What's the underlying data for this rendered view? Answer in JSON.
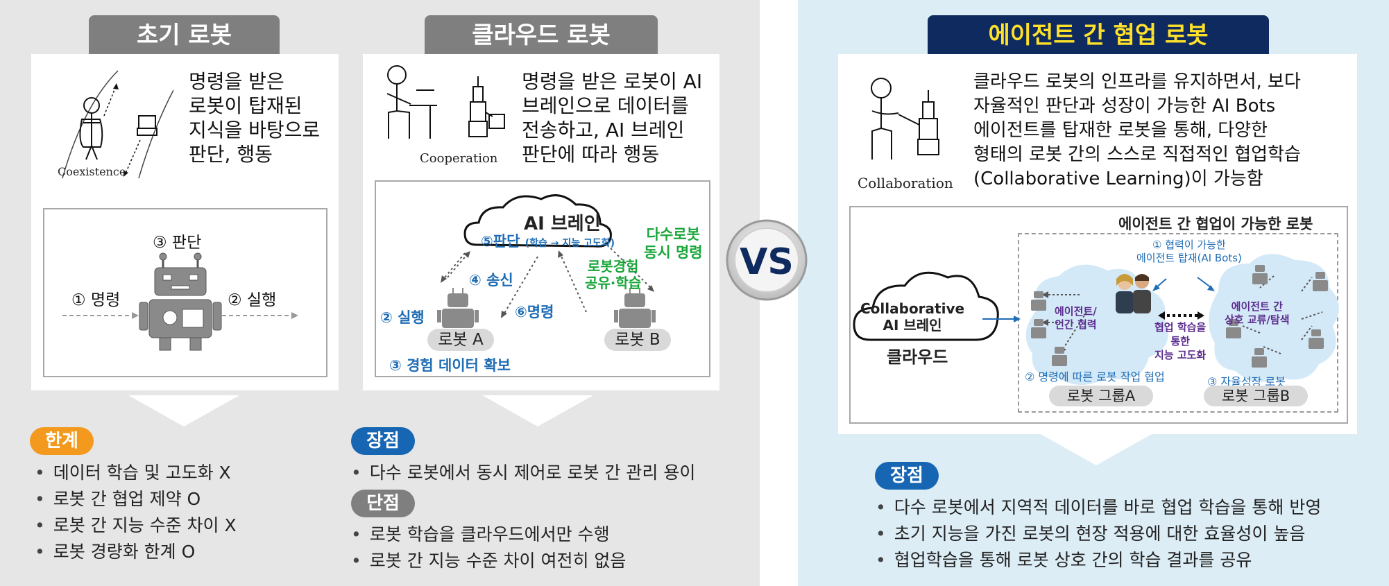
{
  "early": {
    "title": "초기 로봇",
    "desc": [
      "명령을 받은",
      "로봇이 탑재된",
      "지식을 바탕으로",
      "판단, 행동"
    ],
    "icon_caption": "Coexistence",
    "step_judge": "③ 판단",
    "step_command": "① 명령",
    "step_execute": "② 실행",
    "limits_badge": "한계",
    "limits": [
      "데이터 학습 및 고도화 X",
      "로봇 간 협업 제약 O",
      "로봇 간 지능 수준 차이 X",
      "로봇 경량화 한계 O"
    ]
  },
  "cloud": {
    "title": "클라우드 로봇",
    "desc": [
      "명령을 받은 로봇이 AI",
      "브레인으로 데이터를",
      "전송하고, AI 브레인",
      "판단에 따라 행동"
    ],
    "icon_caption": "Cooperation",
    "cloud_title": "AI 브레인",
    "cloud_judge": "⑤판단",
    "cloud_judge_detail": "(학습 → 지능 고도화)",
    "multi_command": [
      "다수로봇",
      "동시 명령"
    ],
    "send": "④ 송신",
    "share": [
      "로봇경험",
      "공유·학습"
    ],
    "execute": "② 실행",
    "command": "⑥명령",
    "robot_a": "로봇 A",
    "robot_b": "로봇 B",
    "experience": "③ 경험 데이터 확보",
    "pros_badge": "장점",
    "pros": [
      "다수 로봇에서 동시 제어로 로봇 간 관리 용이"
    ],
    "cons_badge": "단점",
    "cons": [
      "로봇 학습을 클라우드에서만 수행",
      "로봇 간 지능 수준 차이 여전히 없음"
    ]
  },
  "vs": "VS",
  "agent": {
    "title": "에이전트 간 협업 로봇",
    "desc": [
      "클라우드 로봇의 인프라를 유지하면서, 보다",
      "자율적인 판단과 성장이 가능한 AI Bots",
      "에이전트를 탑재한 로봇을 통해, 다양한",
      "형태의 로봇 간의 스스로 직접적인 협업학습",
      "(Collaborative Learning)이 가능함"
    ],
    "icon_caption": "Collaboration",
    "box_title": "에이전트 간 협업이 가능한 로봇",
    "cloud_label": [
      "Collaborative",
      "AI 브레인"
    ],
    "cloud_caption": "클라우드",
    "agent_load": [
      "① 협력이 가능한",
      "에이전트 탑재(AI Bots)"
    ],
    "human_collab": [
      "에이전트/",
      "인간 협력"
    ],
    "mid_text": [
      "협업 학습을",
      "통한",
      "지능 고도화"
    ],
    "agent_exchange": [
      "에이전트 간",
      "상호 교류/탐색"
    ],
    "task_collab": "② 명령에 따른 로봇 작업 협업",
    "self_growth": "③ 자율성장 로봇",
    "group_a": "로봇 그룹A",
    "group_b": "로봇 그룹B",
    "pros_badge": "장점",
    "pros": [
      "다수 로봇에서 지역적 데이터를 바로 협업 학습을 통해 반영",
      "초기 지능을 가진 로봇의 현장 적용에 대한 효율성이 높음",
      "협업학습을 통해 로봇 상호 간의 학습 결과를 공유"
    ]
  },
  "colors": {
    "grey_header": "#7f7f7f",
    "navy_header": "#0f2a5e",
    "accent_blue": "#1f6db5",
    "accent_green": "#1aa63a",
    "accent_orange": "#f39a1e"
  }
}
